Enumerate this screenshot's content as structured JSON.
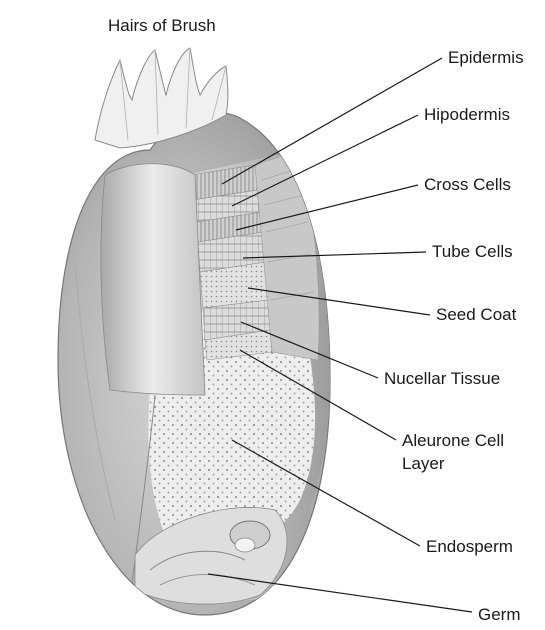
{
  "labels": {
    "hairs_of_brush": "Hairs of Brush",
    "epidermis": "Epidermis",
    "hipodermis": "Hipodermis",
    "cross_cells": "Cross Cells",
    "tube_cells": "Tube Cells",
    "seed_coat": "Seed Coat",
    "nucellar_tissue": "Nucellar Tissue",
    "aleurone_line1": "Aleurone Cell",
    "aleurone_line2": "Layer",
    "endosperm": "Endosperm",
    "germ": "Germ"
  },
  "colors": {
    "ink": "#1a1a1a",
    "kernel_shade": "#9a9a9a",
    "kernel_light": "#e4e4e4"
  }
}
